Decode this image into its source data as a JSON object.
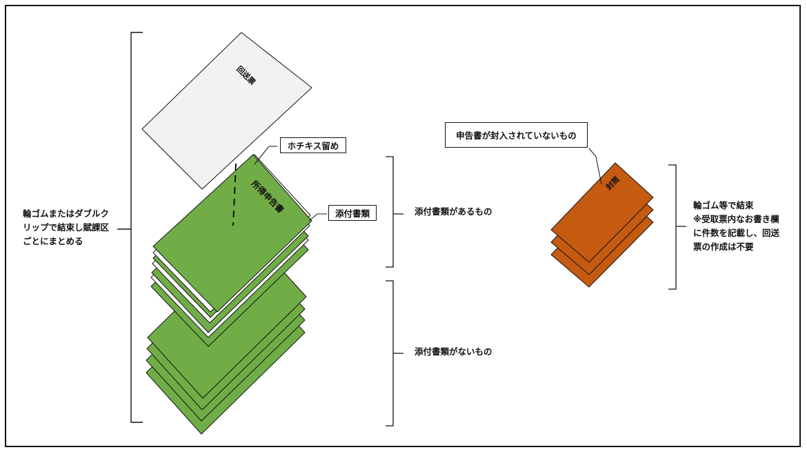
{
  "colors": {
    "green_sheet": "#70ad47",
    "white_sheet": "#ffffff",
    "cover_sheet": "#f2f2f2",
    "envelope": "#c55a11",
    "stroke": "#111111"
  },
  "labels": {
    "left_bracket": [
      "輪ゴムまたはダブルク",
      "リップで結束し賦課区",
      "ごとにまとめる"
    ],
    "cover_sheet": "回送票",
    "tax_return": "所得申告書",
    "stapler": "ホチキス留め",
    "attachment": "添付書類",
    "with_attachments": "添付書類があるもの",
    "without_attachments": "添付書類がないもの",
    "no_return_callout": "申告書が封入されていないもの",
    "envelope": "封筒",
    "right_note": [
      "輪ゴム等で結束",
      "※受取票内なお書き欄",
      "に件数を記載し、回送",
      "票の作成は不要"
    ]
  }
}
